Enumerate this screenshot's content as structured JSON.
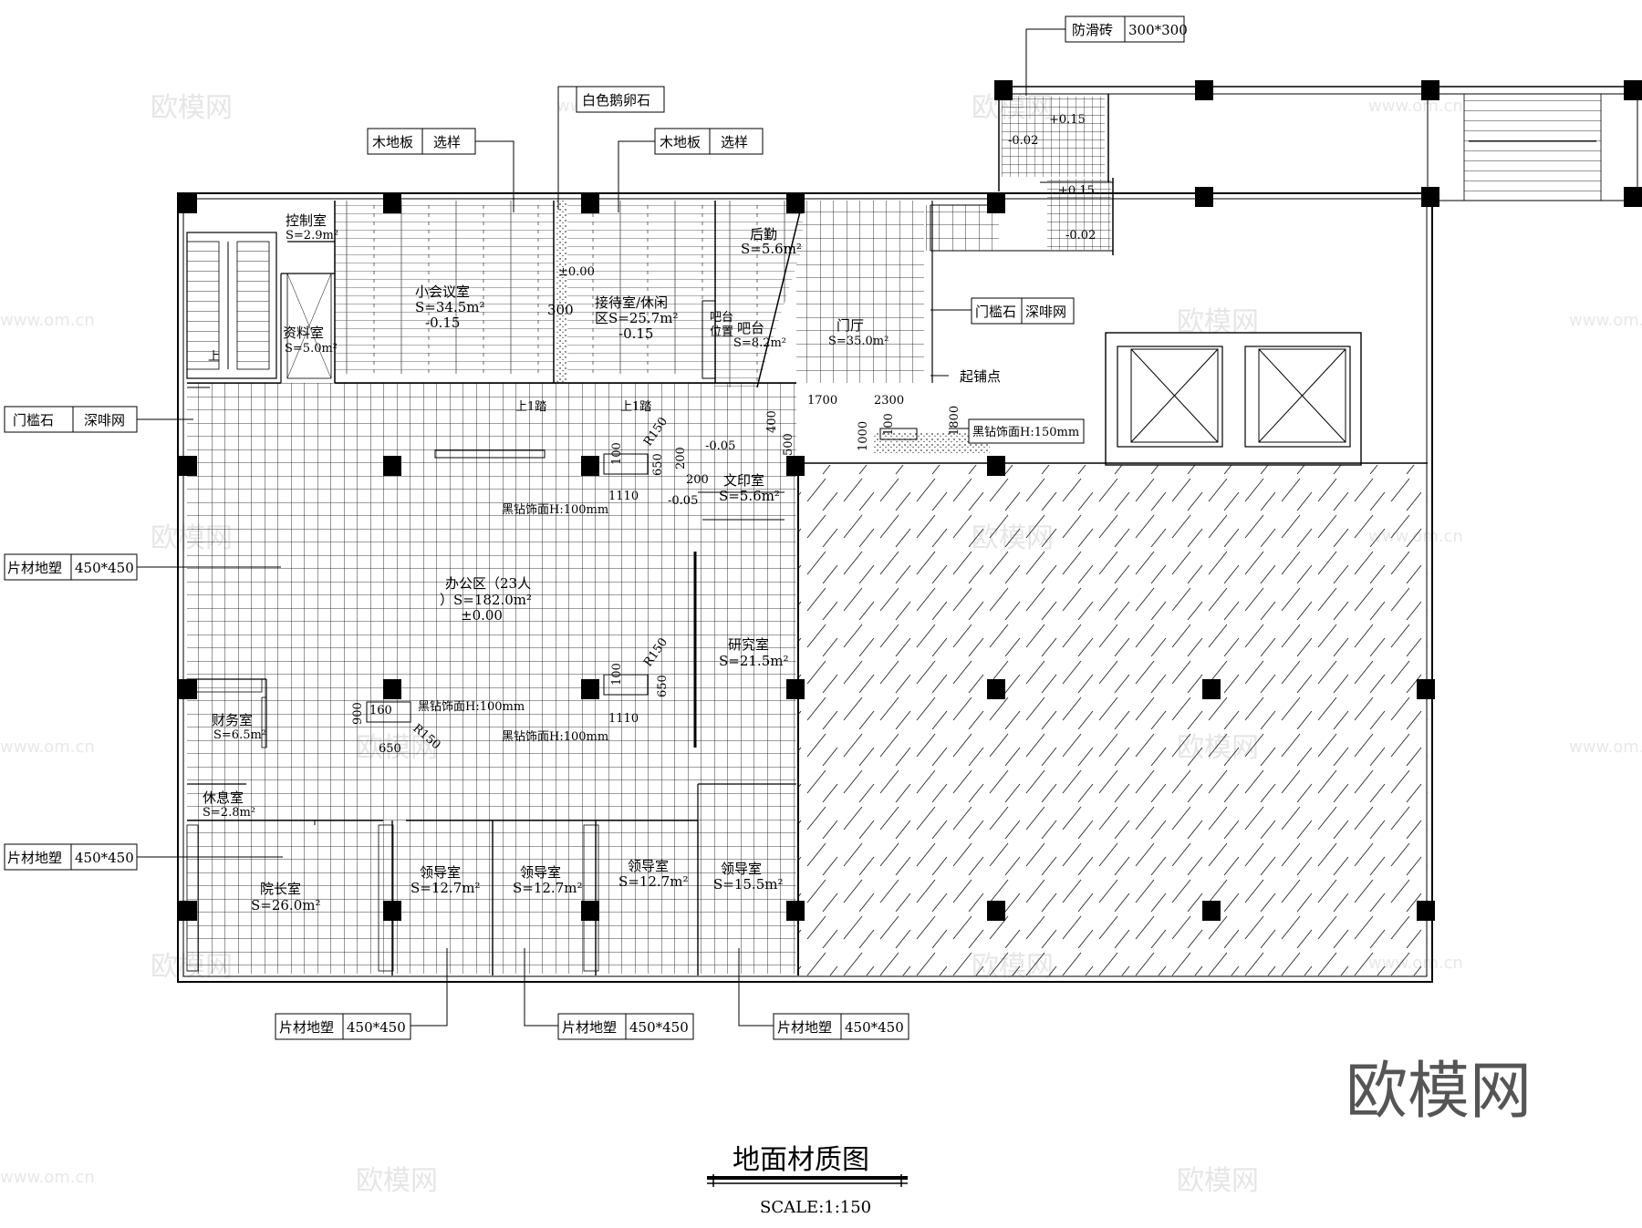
{
  "drawing": {
    "title": "地面材质图",
    "scale": "SCALE:1:150",
    "watermark": "欧模网",
    "watermark_url": "www.om.cn"
  },
  "callouts": {
    "anti_slip_tile": [
      "防滑砖",
      "300*300"
    ],
    "white_pebble": "白色鹅卵石",
    "wood_floor_left": [
      "木地板",
      "选样"
    ],
    "wood_floor_right": [
      "木地板",
      "选样"
    ],
    "threshold_right": [
      "门槛石",
      "深啡网"
    ],
    "threshold_left": [
      "门槛石",
      "深啡网"
    ],
    "start_point": "起铺点",
    "black_gold_150": "黑钻饰面H:150mm",
    "vinyl_left_1": [
      "片材地塑",
      "450*450"
    ],
    "vinyl_left_2": [
      "片材地塑",
      "450*450"
    ],
    "vinyl_bottom_1": [
      "片材地塑",
      "450*450"
    ],
    "vinyl_bottom_2": [
      "片材地塑",
      "450*450"
    ],
    "vinyl_bottom_3": [
      "片材地塑",
      "450*450"
    ]
  },
  "rooms": {
    "control": [
      "控制室",
      "S=2.9m²"
    ],
    "small_meeting": [
      "小会议室",
      "S=34.5m²",
      "-0.15"
    ],
    "reception": [
      "接待室/休闲",
      "区S=25.7m²",
      "-0.15"
    ],
    "logistics": [
      "后勤",
      "S=5.6m²"
    ],
    "bar": [
      "吧台",
      "S=8.2m²"
    ],
    "bar_position": [
      "吧台",
      "位置"
    ],
    "lobby": [
      "门厅",
      "S=35.0m²"
    ],
    "archive": [
      "资料室",
      "S=5.0m²"
    ],
    "office": [
      "办公区（23人",
      "）S=182.0m²",
      "±0.00"
    ],
    "print": [
      "文印室",
      "S=5.6m²"
    ],
    "research": [
      "研究室",
      "S=21.5m²"
    ],
    "finance": [
      "财务室",
      "S=6.5m²"
    ],
    "rest": [
      "休息室",
      "S=2.8m²"
    ],
    "dean": [
      "院长室",
      "S=26.0m²"
    ],
    "leader1": [
      "领导室",
      "S=12.7m²"
    ],
    "leader2": [
      "领导室",
      "S=12.7m²"
    ],
    "leader3": [
      "领导室",
      "S=12.7m²"
    ],
    "leader4": [
      "领导室",
      "S=15.5m²"
    ]
  },
  "annotations": {
    "level_top1": "+0.15",
    "level_top2": "-0.02",
    "level_top3": "+0.15",
    "level_top4": "-0.02",
    "level_zero": "±0.00",
    "dim_300": "300",
    "step_up_1": "上1踏",
    "step_up_2": "上1踏",
    "up_stair": "上",
    "dim_1700": "1700",
    "dim_2300": "2300",
    "dim_400": "400",
    "dim_500": "500",
    "dim_1000": "1000",
    "dim_100": "100",
    "dim_1800": "1800",
    "col1_r": "R150",
    "col1_200": "200",
    "col1_100": "100",
    "col1_650": "650",
    "col1_1110": "1110",
    "col1_200b": "200",
    "level_m005": "-0.05",
    "level_m005b": "-0.05",
    "black_gold_100_a": "黑钻饰面H:100mm",
    "col2_r": "R150",
    "col2_100": "100",
    "col2_650": "650",
    "col2_1110": "1110",
    "col3_160": "160",
    "col3_900": "900",
    "col3_r": "R150",
    "col3_650": "650",
    "black_gold_100_b": "黑钻饰面H:100mm",
    "black_gold_100_c": "黑钻饰面H:100mm"
  }
}
